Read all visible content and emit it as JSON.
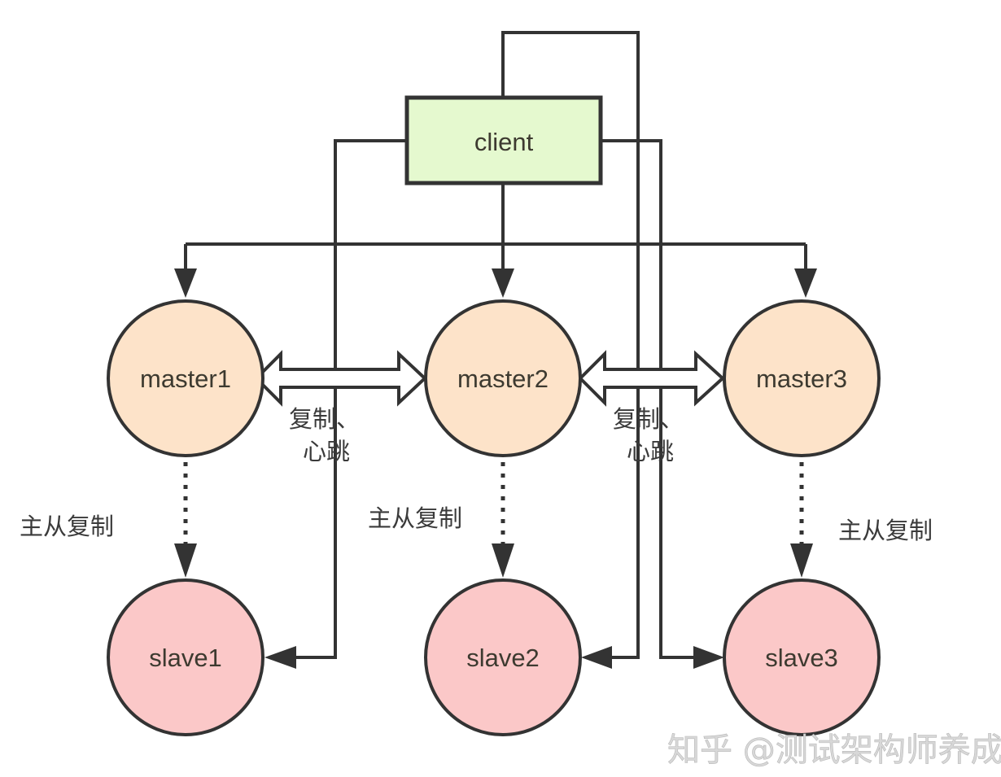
{
  "diagram": {
    "client": {
      "label": "client",
      "fill": "#e5f9cf"
    },
    "masters": [
      {
        "label": "master1",
        "fill": "#fde3c9"
      },
      {
        "label": "master2",
        "fill": "#fde3c9"
      },
      {
        "label": "master3",
        "fill": "#fde3c9"
      }
    ],
    "slaves": [
      {
        "label": "slave1",
        "fill": "#fbc8c8"
      },
      {
        "label": "slave2",
        "fill": "#fbc8c8"
      },
      {
        "label": "slave3",
        "fill": "#fbc8c8"
      }
    ],
    "link_labels": {
      "replication_heartbeat_line1": "复制、",
      "replication_heartbeat_line2": "心跳",
      "master_slave_replication": "主从复制"
    },
    "stroke_color": "#333333",
    "watermark": "知乎 @测试架构师养成"
  }
}
